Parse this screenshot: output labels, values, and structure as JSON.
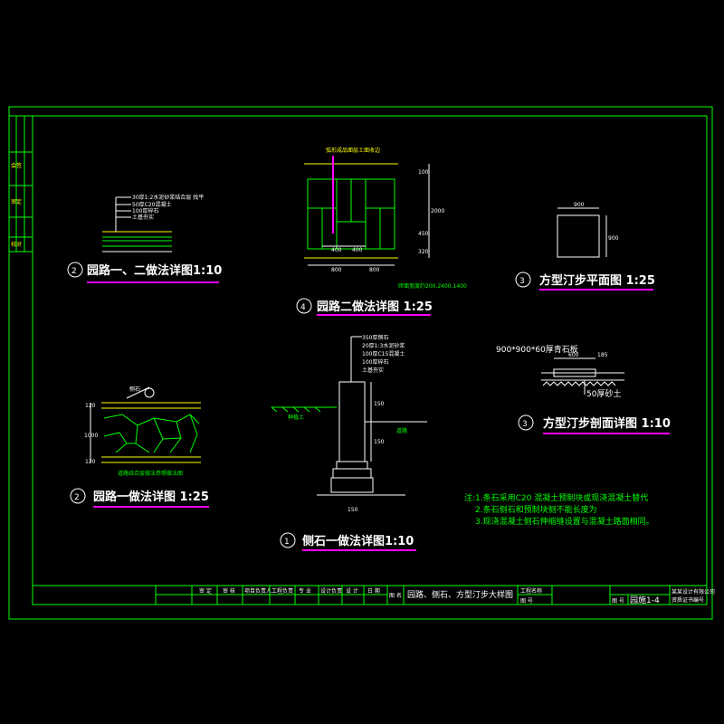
{
  "drawing": {
    "detail1": {
      "num": "2",
      "title": "园路一、二做法详图1:10",
      "layers": [
        "30厚1:2水泥砂浆结合层 找平",
        "50厚C20混凝土",
        "100厚碎石",
        "土基夯实"
      ]
    },
    "detail2": {
      "num": "4",
      "title": "园路二做法详图 1:25",
      "top_note": "弧形成品面层土面收边",
      "dims_right": [
        "100",
        "2000",
        "450",
        "320"
      ],
      "dims_mid": [
        "400",
        "400"
      ],
      "dims_bottom": [
        "800",
        "800"
      ],
      "bottom_note": "砖面宽度约200,2400,1400"
    },
    "detail3": {
      "num": "3",
      "title": "方型汀步平面图 1:25",
      "dim_top": "900",
      "dim_side": "900"
    },
    "detail4": {
      "num": "2",
      "title": "园路一做法详图 1:25",
      "label_top": "侧石",
      "dims": [
        "120",
        "1000",
        "120"
      ],
      "bottom_note": "道路结合层做法参照做法图"
    },
    "detail5": {
      "num": "1",
      "title": "侧石一做法详图1:10",
      "layers": [
        "350厚侧石",
        "20厚1:3水泥砂浆",
        "100厚C15混凝土",
        "100厚碎石",
        "土基夯实"
      ],
      "left_label": "种植土",
      "right_label": "道路",
      "dims": [
        "150",
        "150",
        "150"
      ]
    },
    "detail6": {
      "num": "3",
      "title": "方型汀步剖面详图 1:10",
      "top_label": "900*900*60厚青石板",
      "dims": [
        "600",
        "185"
      ],
      "bottom_label": "50厚砂土"
    },
    "notes": [
      "注:1.条石采用C20 混凝土预制块或现浇混凝土替代",
      "2.条石侧石和预制块侧不能长度为",
      "3.现浇混凝土侧石伸缩缝设置与混凝土路面相同。"
    ],
    "title_block": {
      "cells": [
        "审 定",
        "审 核",
        "项目负责人",
        "工程负责",
        "专 业",
        "设计负责",
        "设 计",
        "日 期",
        "图 名"
      ],
      "drawing_name": "园路、侧石、方型汀步大样图",
      "right_cells": [
        "工程名称",
        "图 号"
      ],
      "sheet_no_label": "图 号",
      "sheet_no": "园施1-4",
      "company": [
        "某某设计有限公司",
        "资质证书编号"
      ]
    },
    "side_stamp": [
      "会签",
      "审定",
      "校对"
    ]
  }
}
